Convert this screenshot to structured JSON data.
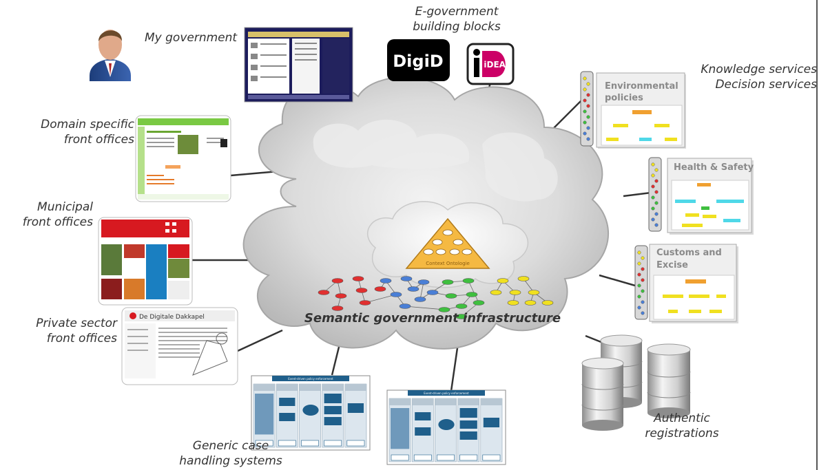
{
  "labels": {
    "my_government": "My government",
    "egov_line1": "E-government",
    "egov_line2": "building blocks",
    "domain_line1": "Domain specific",
    "domain_line2": "front offices",
    "municipal_line1": "Municipal",
    "municipal_line2": "front offices",
    "private_line1": "Private sector",
    "private_line2": "front offices",
    "generic_line1": "Generic case",
    "generic_line2": "handling  systems",
    "knowledge_line1": "Knowledge services",
    "knowledge_line2": "Decision services",
    "authentic_line1": "Authentic",
    "authentic_line2": "registrations",
    "infrastructure": "Semantic government infrastructure"
  },
  "panels": {
    "environmental_line1": "Environmental",
    "environmental_line2": "policies",
    "health": "Health & Safety",
    "customs_line1": "Customs and",
    "customs_line2": "Excise"
  },
  "logos": {
    "digid": "DigiD",
    "ideal": "iDEAL"
  },
  "website": {
    "dakkapel_title": "De Digitale Dakkapel"
  },
  "ontology": {
    "label": "Context Ontologie"
  },
  "case_system": {
    "header": "Event-driven policy enforcement"
  },
  "colors": {
    "cloud": "#d9d9d9",
    "node_red": "#e03030",
    "node_blue": "#4a7fd6",
    "node_green": "#3fbf3f",
    "node_yellow": "#f0e020",
    "ontology_orange": "#f5b942",
    "case_blue": "#1f5f8b"
  }
}
